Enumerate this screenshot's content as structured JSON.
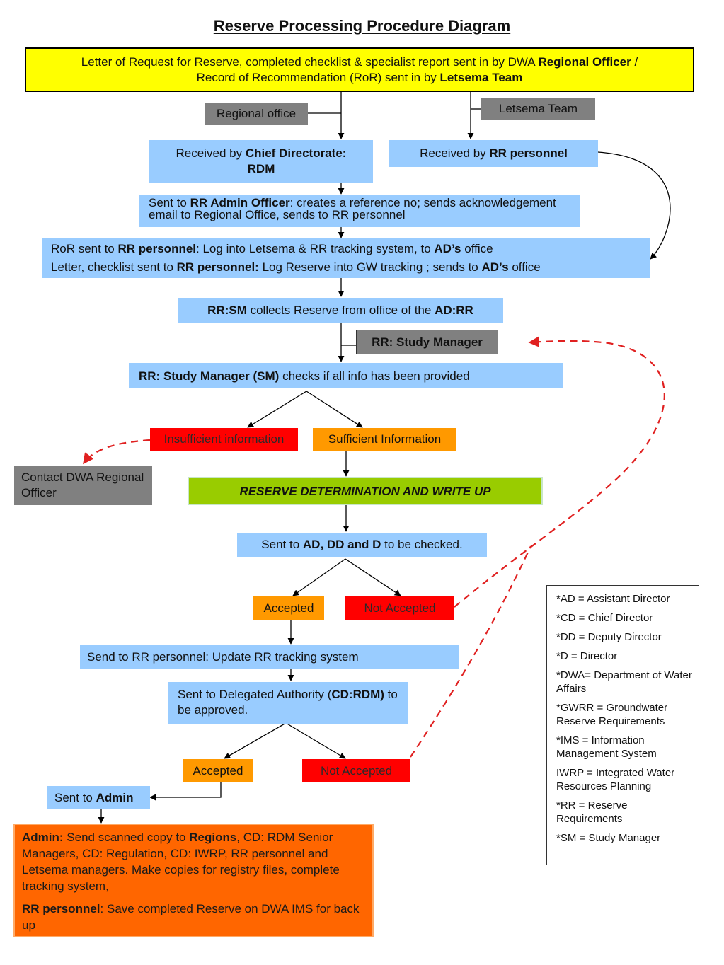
{
  "title": "Reserve Processing Procedure Diagram",
  "top_box": {
    "line1_pre": "Letter of Request for Reserve, completed checklist & specialist report sent in by DWA ",
    "line1_bold": "Regional Officer",
    "line1_post": " /",
    "line2_pre": "Record of Recommendation (RoR) sent in by ",
    "line2_bold": "Letsema Team"
  },
  "labels": {
    "regional_office": "Regional office",
    "letsema_team": "Letsema Team",
    "rr_study_manager": "RR: Study Manager",
    "contact_dwa": "Contact DWA Regional Officer"
  },
  "received_cd": {
    "pre": "Received by  ",
    "bold": "Chief Directorate: RDM"
  },
  "received_rr": {
    "pre": "Received by ",
    "bold": "RR personnel"
  },
  "sent_admin_officer": {
    "pre": "Sent to ",
    "bold": "RR Admin Officer",
    "post": ": creates a reference no; sends acknowledgement email to Regional Office, sends to RR personnel"
  },
  "ror_box": {
    "l1_pre": "RoR sent to ",
    "l1_bold1": "RR personnel",
    "l1_mid": ": Log into Letsema & RR tracking system, to ",
    "l1_bold2": "AD’s",
    "l1_post": " office",
    "l2_pre": "Letter, checklist sent to ",
    "l2_bold1": "RR personnel:",
    "l2_mid": " Log Reserve into GW tracking ; sends to ",
    "l2_bold2": "AD’s",
    "l2_post": " office"
  },
  "collects": {
    "bold1": "RR:SM",
    "mid": " collects Reserve from office of the ",
    "bold2": "AD:RR"
  },
  "checks": {
    "bold": "RR: Study Manager (SM)",
    "post": " checks if all info has been provided"
  },
  "insufficient": "Insufficient information",
  "sufficient": "Sufficient Information",
  "determination": "RESERVE DETERMINATION AND WRITE UP",
  "sent_checked": {
    "pre": "Sent to ",
    "bold": "AD, DD and D",
    "post": "  to be checked."
  },
  "accepted_1": "Accepted",
  "not_accepted_1": "Not Accepted",
  "update_rr": "Send to RR personnel: Update RR tracking system",
  "delegated": {
    "pre": "Sent to Delegated Authority (",
    "bold": "CD:RDM)",
    "post": "  to be approved."
  },
  "accepted_2": "Accepted",
  "not_accepted_2": "Not Accepted",
  "sent_admin": {
    "pre": "Sent to ",
    "bold": "Admin"
  },
  "admin_box": {
    "p1_bold": "Admin:",
    "p1_mid": " Send scanned copy to ",
    "p1_bold2": "Regions",
    "p1_post": ", CD: RDM Senior Managers, CD: Regulation, CD: IWRP, RR personnel and Letsema managers. Make copies for registry files, complete tracking system,",
    "p2_bold": "RR personnel",
    "p2_post": ": Save completed Reserve on DWA IMS for back up"
  },
  "legend": [
    "*AD = Assistant Director",
    "*CD = Chief Director",
    "*DD = Deputy Director",
    "*D =  Director",
    "*DWA= Department of Water Affairs",
    "*GWRR = Groundwater Reserve Requirements",
    "*IMS = Information Management System",
    "IWRP = Integrated Water Resources Planning",
    "*RR = Reserve Requirements",
    "*SM = Study Manager"
  ],
  "colors": {
    "yellow": "#ffff00",
    "blue": "#99ccff",
    "grey": "#808080",
    "red": "#ff0000",
    "orange": "#ff9900",
    "green": "#99cc00",
    "admin_orange": "#ff6600",
    "dashed_red": "#e02020"
  }
}
